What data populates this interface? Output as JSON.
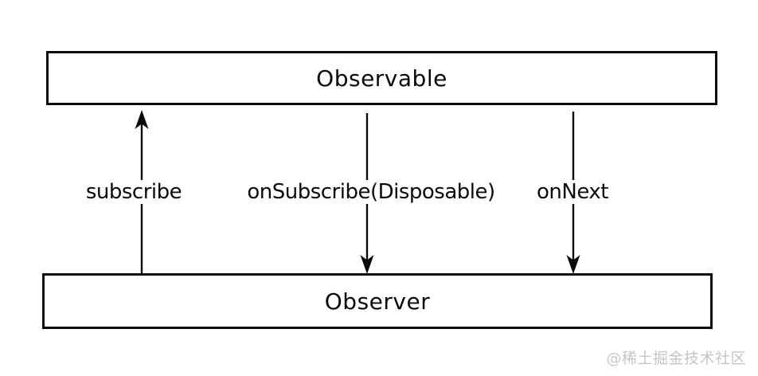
{
  "diagram": {
    "top_box": {
      "label": "Observable"
    },
    "bottom_box": {
      "label": "Observer"
    },
    "arrows": [
      {
        "label": "subscribe",
        "direction": "up",
        "from": "Observer",
        "to": "Observable"
      },
      {
        "label": "onSubscribe(Disposable)",
        "direction": "down",
        "from": "Observable",
        "to": "Observer"
      },
      {
        "label": "onNext",
        "direction": "down",
        "from": "Observable",
        "to": "Observer"
      }
    ],
    "colors": {
      "line": "#0a0a0a",
      "background": "#ffffff",
      "watermark_text": "#c6c6c6"
    },
    "watermark": "@稀土掘金技术社区"
  }
}
